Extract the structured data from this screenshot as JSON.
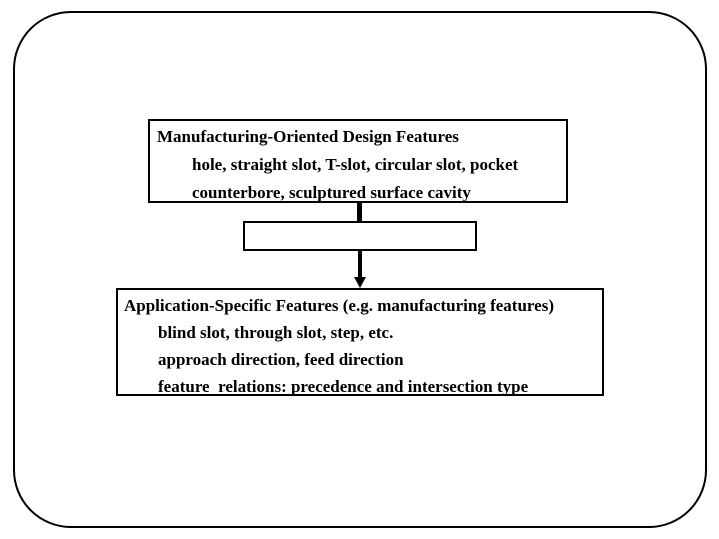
{
  "slide": {
    "background_color": "#ffffff",
    "line_color": "#000000",
    "top_box": {
      "title": "Manufacturing-Oriented Design Features",
      "lines": [
        "hole, straight slot, T-slot, circular slot, pocket",
        "counterbore, sculptured surface cavity"
      ]
    },
    "middle_box": {
      "label": ""
    },
    "bottom_box": {
      "title": "Application-Specific Features (e.g. manufacturing features)",
      "lines": [
        "blind slot, through slot, step, etc.",
        "approach direction, feed direction",
        "feature  relations: precedence and intersection type"
      ]
    }
  }
}
